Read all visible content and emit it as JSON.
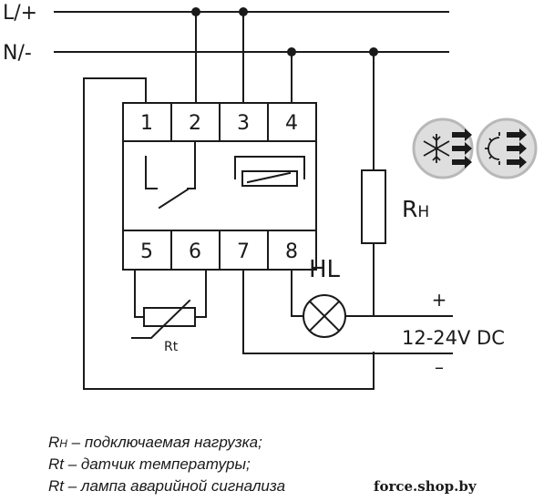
{
  "rails": {
    "top": "L/+",
    "bottom": "N/-"
  },
  "terminals": [
    "1",
    "2",
    "3",
    "4",
    "5",
    "6",
    "7",
    "8"
  ],
  "load_label": {
    "main": "R",
    "sub": "H"
  },
  "lamp_label": "HL",
  "sensor_label": "Rt",
  "supply": {
    "plus": "+",
    "voltage": "12-24V DC",
    "minus": "–"
  },
  "legend": [
    {
      "sym": "R",
      "sub": "H",
      "text": " – подключаемая нагрузка;"
    },
    {
      "sym": "Rt",
      "sub": "",
      "text": " – датчик температуры;"
    },
    {
      "sym": "Rt",
      "sub": "",
      "text": " – лампа аварийной сигнализа"
    }
  ],
  "watermark": "force.shop.by",
  "colors": {
    "line": "#1a1a1a",
    "icon_fill": "#dedede",
    "icon_ring": "#b8b8b8"
  },
  "icons": [
    "cooling-mode-icon",
    "heating-mode-icon"
  ]
}
